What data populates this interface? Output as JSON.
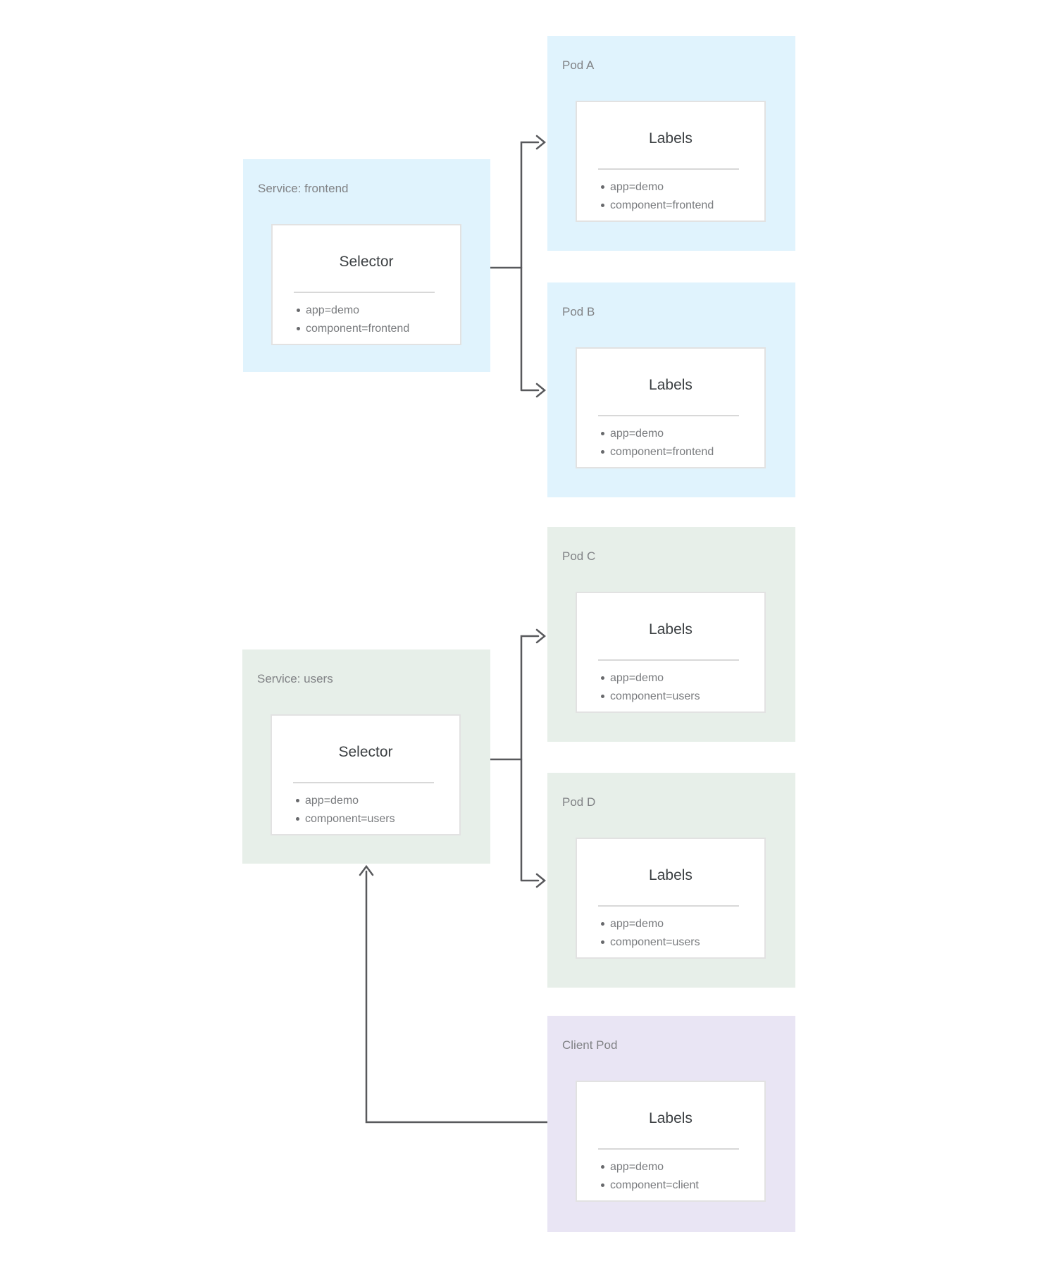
{
  "colors": {
    "frontend": "#e0f3fd",
    "users": "#e7efe9",
    "client": "#e9e5f4",
    "arrow": "#58595c"
  },
  "nodes": {
    "service_frontend": {
      "title": "Service: frontend",
      "card_title": "Selector",
      "items": [
        "app=demo",
        "component=frontend"
      ]
    },
    "pod_a": {
      "title": "Pod A",
      "card_title": "Labels",
      "items": [
        "app=demo",
        "component=frontend"
      ]
    },
    "pod_b": {
      "title": "Pod B",
      "card_title": "Labels",
      "items": [
        "app=demo",
        "component=frontend"
      ]
    },
    "service_users": {
      "title": "Service: users",
      "card_title": "Selector",
      "items": [
        "app=demo",
        "component=users"
      ]
    },
    "pod_c": {
      "title": "Pod C",
      "card_title": "Labels",
      "items": [
        "app=demo",
        "component=users"
      ]
    },
    "pod_d": {
      "title": "Pod D",
      "card_title": "Labels",
      "items": [
        "app=demo",
        "component=users"
      ]
    },
    "client_pod": {
      "title": "Client Pod",
      "card_title": "Labels",
      "items": [
        "app=demo",
        "component=client"
      ]
    }
  }
}
